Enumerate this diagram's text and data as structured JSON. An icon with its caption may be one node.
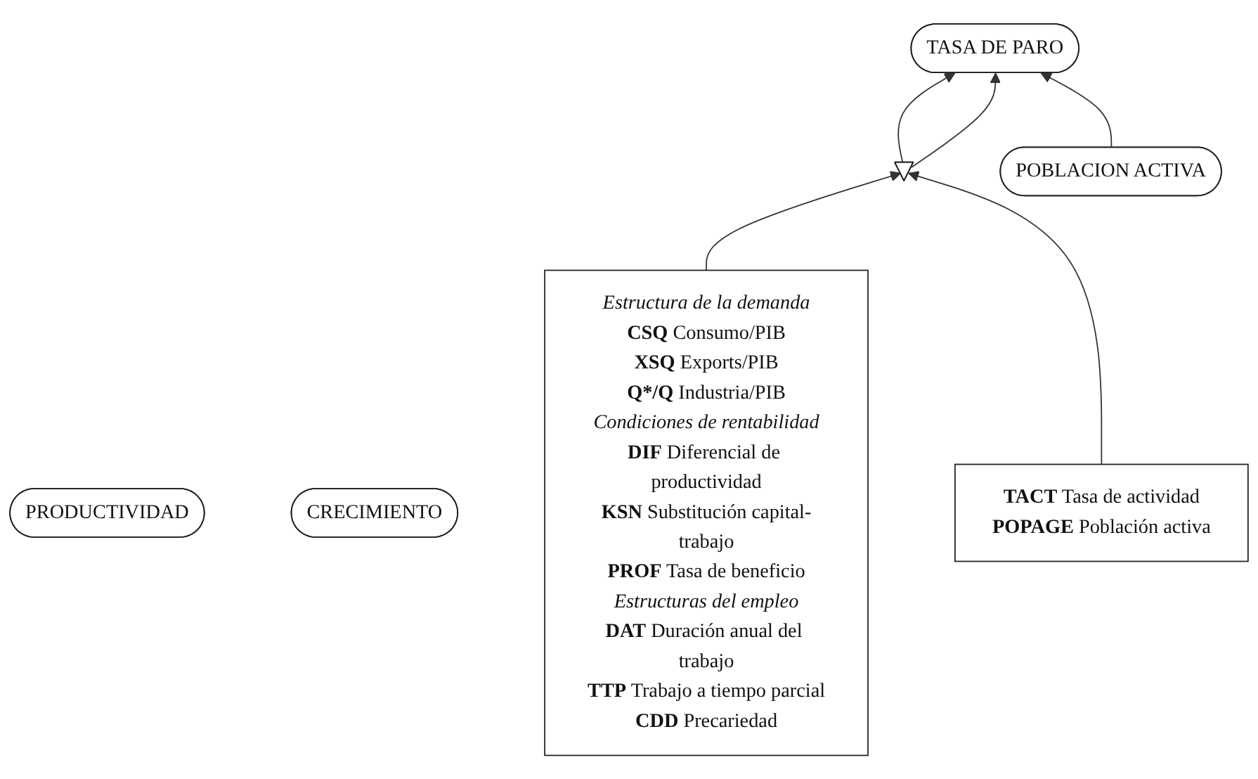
{
  "diagram": {
    "nodes": [
      {
        "text": [
          "Estructura de la demanda",
          "CSQ",
          "Consumo/PIB",
          "XSQ",
          "Exports/PIB",
          "Q*/Q",
          "Industria/PIB",
          "Condiciones de rentabilidad",
          "DIF",
          "Diferencial de productividad",
          "KSN",
          "Substitución capital-trabajo",
          "PROF",
          "Tasa de beneficio",
          "Estructuras del empleo",
          "DAT",
          "Duración anual del trabajo",
          "TTP",
          "Trabajo a tiempo parcial",
          "CDD",
          "Precariedad"
        ]
      },
      {
        "text": [
          "TASA DE PARO"
        ]
      },
      {
        "text": [],
        "shape": "triangle"
      },
      {
        "text": [
          "PRODUCTIVIDAD"
        ]
      },
      {
        "text": [
          "CRECIMIENTO"
        ]
      },
      {
        "text": [
          "POBLACION ACTIVA"
        ]
      },
      {
        "text": [
          "TACT",
          "Tasa de actividad",
          "POPAGE",
          "Población activa"
        ]
      }
    ],
    "edges": [
      {
        "from": 0,
        "to": 2,
        "arrow": "to"
      },
      {
        "from": 2,
        "to": 1,
        "arrow": "to"
      },
      {
        "from": 2,
        "to": 1,
        "arrow": "to"
      },
      {
        "from": 5,
        "to": 1,
        "arrow": "to"
      },
      {
        "from": 6,
        "to": 2,
        "arrow": "to"
      }
    ]
  }
}
